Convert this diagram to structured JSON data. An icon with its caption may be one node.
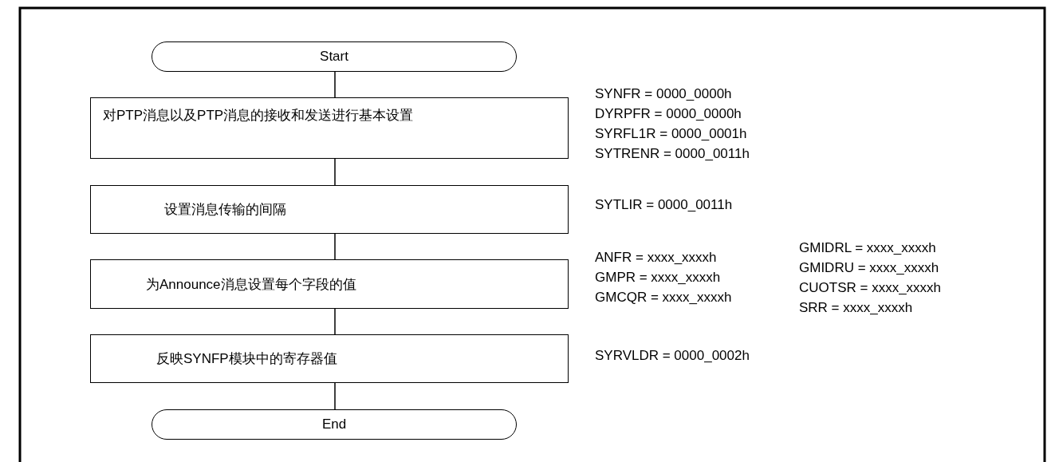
{
  "diagram": {
    "nodes": [
      {
        "text": [
          "Start"
        ]
      },
      {
        "text": [
          "对PTP消息以及PTP消息的接收和发送进行基本设置"
        ],
        "beside": [
          "SYNFR = 0000_0000h",
          "DYRPFR = 0000_0000h",
          "SYRFL1R = 0000_0001h",
          "SYTRENR = 0000_0011h"
        ]
      },
      {
        "text": [
          "设置消息传输的间隔"
        ],
        "beside": [
          "SYTLIR = 0000_0011h"
        ]
      },
      {
        "text": [
          "为Announce消息设置每个字段的值"
        ],
        "beside": [
          "ANFR = xxxx_xxxxh",
          "GMPR = xxxx_xxxxh",
          "GMCQR = xxxx_xxxxh",
          "GMIDRL = xxxx_xxxxh",
          "GMIDRU = xxxx_xxxxh",
          "CUOTSR = xxxx_xxxxh",
          "SRR = xxxx_xxxxh"
        ]
      },
      {
        "text": [
          "反映SYNFP模块中的寄存器值"
        ],
        "beside": [
          "SYRVLDR = 0000_0002h"
        ]
      },
      {
        "text": [
          "End"
        ]
      }
    ],
    "edges": [
      {
        "from": 0,
        "to": 1,
        "arrow": "none"
      },
      {
        "from": 1,
        "to": 2,
        "arrow": "none"
      },
      {
        "from": 2,
        "to": 3,
        "arrow": "none"
      },
      {
        "from": 3,
        "to": 4,
        "arrow": "none"
      },
      {
        "from": 4,
        "to": 5,
        "arrow": "none"
      }
    ]
  }
}
